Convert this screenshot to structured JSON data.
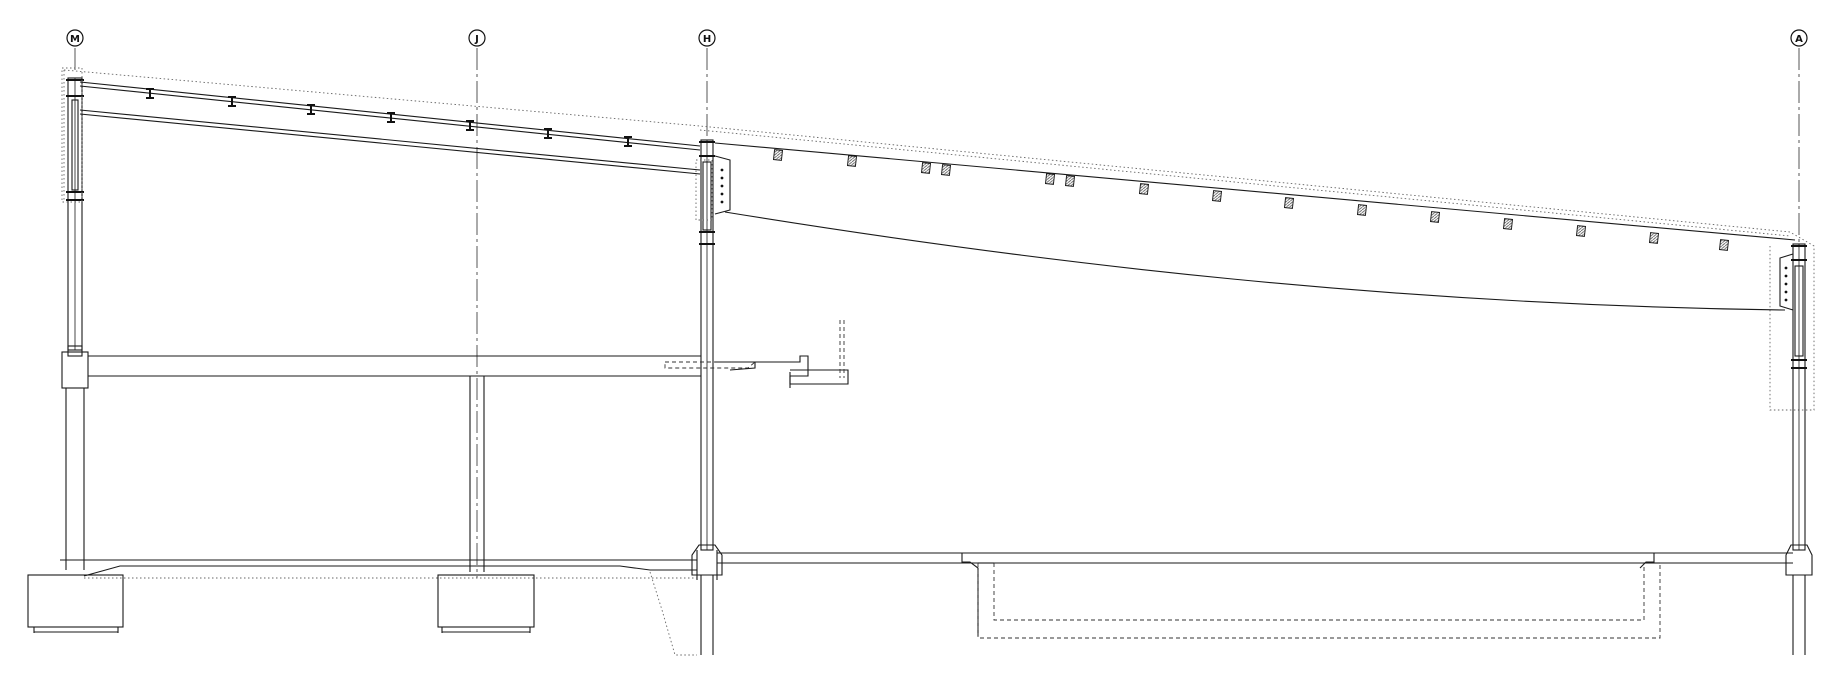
{
  "drawing": {
    "grid_lines": [
      {
        "id": "M",
        "label": "M"
      },
      {
        "id": "J",
        "label": "J"
      },
      {
        "id": "H",
        "label": "H"
      },
      {
        "id": "A",
        "label": "A"
      }
    ],
    "colors": {
      "line": "#1a1a1a",
      "background": "#ffffff",
      "hatch": "#555555"
    }
  }
}
